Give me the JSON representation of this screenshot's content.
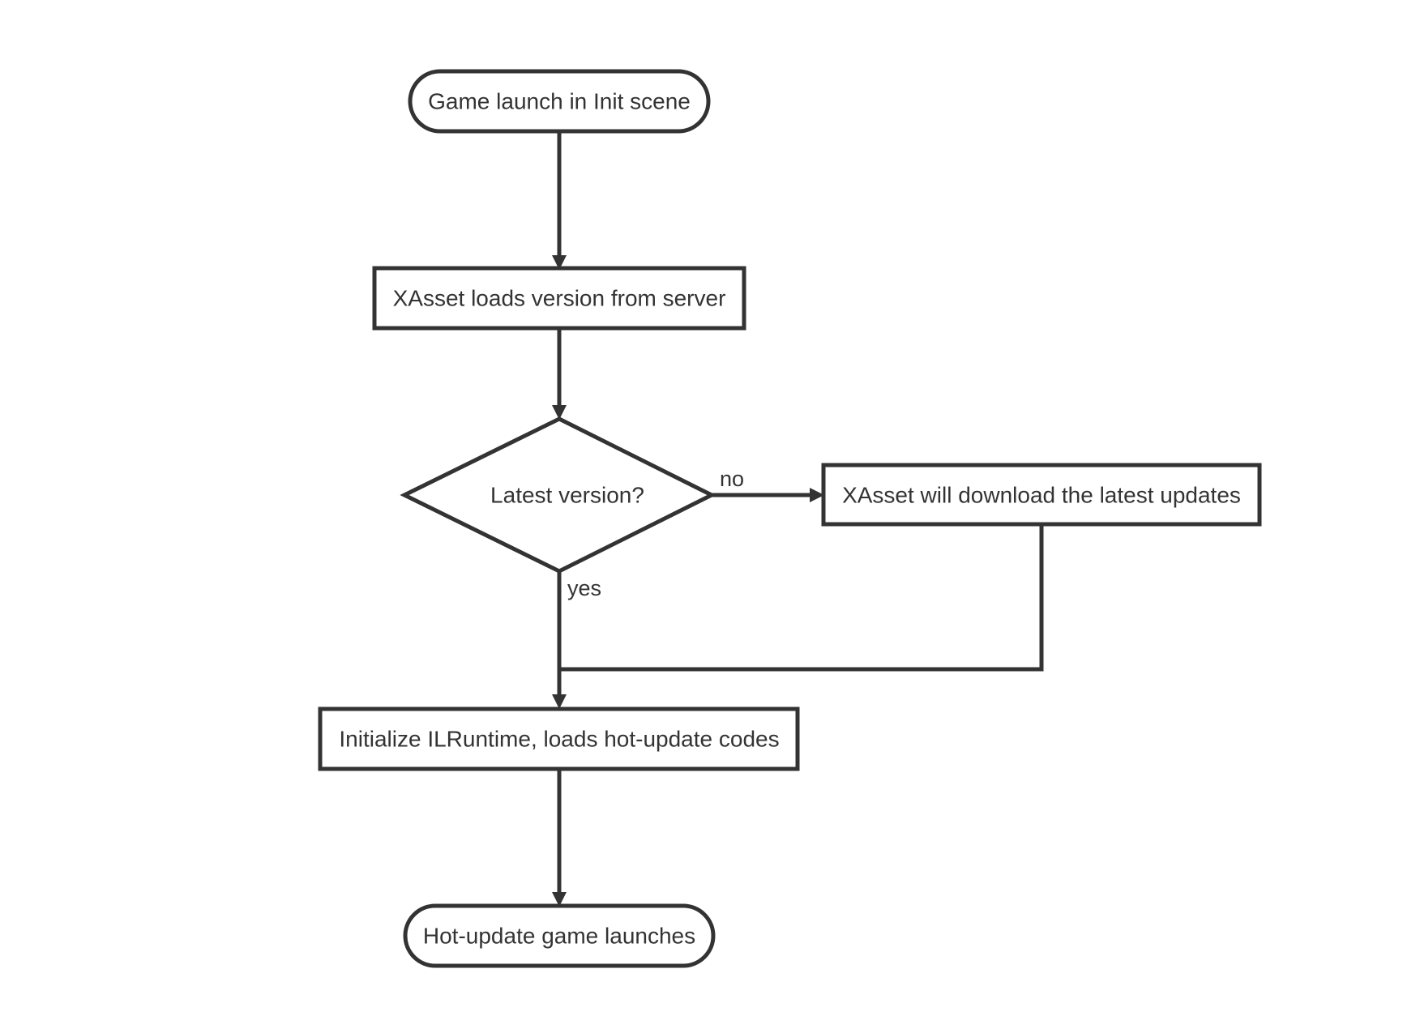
{
  "diagram": {
    "nodes": [
      {
        "id": "start",
        "shape": "terminator",
        "label": "Game launch in Init scene"
      },
      {
        "id": "load_version",
        "shape": "process",
        "label": "XAsset loads version from server"
      },
      {
        "id": "decision",
        "shape": "decision",
        "label": "Latest version?"
      },
      {
        "id": "download",
        "shape": "process",
        "label": "XAsset will download the latest updates"
      },
      {
        "id": "init_ilruntime",
        "shape": "process",
        "label": "Initialize ILRuntime, loads hot-update codes"
      },
      {
        "id": "end",
        "shape": "terminator",
        "label": "Hot-update game launches"
      }
    ],
    "edges": [
      {
        "from": "start",
        "to": "load_version",
        "label": ""
      },
      {
        "from": "load_version",
        "to": "decision",
        "label": ""
      },
      {
        "from": "decision",
        "to": "download",
        "label": "no"
      },
      {
        "from": "decision",
        "to": "init_ilruntime",
        "label": "yes"
      },
      {
        "from": "download",
        "to": "init_ilruntime",
        "label": ""
      },
      {
        "from": "init_ilruntime",
        "to": "end",
        "label": ""
      }
    ],
    "colors": {
      "stroke": "#333333",
      "fill": "#ffffff",
      "text": "#333333"
    }
  }
}
